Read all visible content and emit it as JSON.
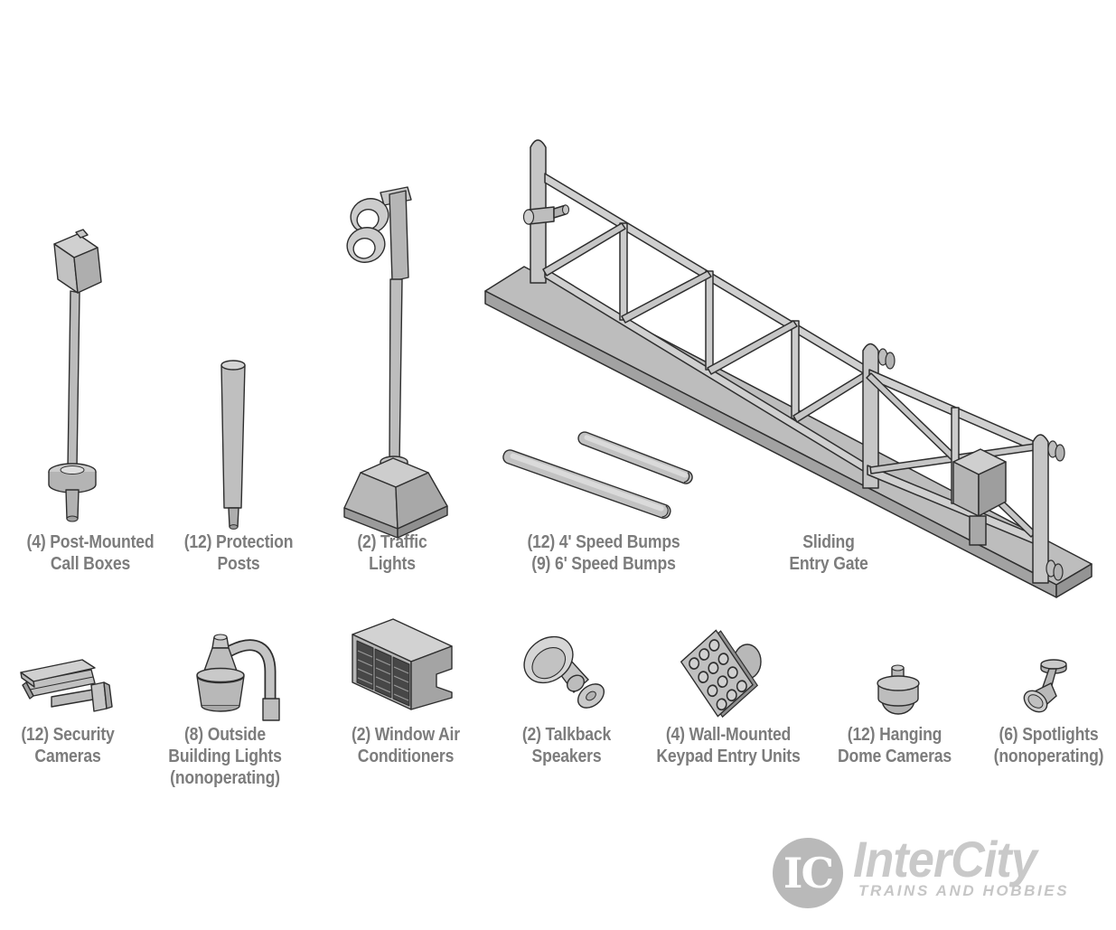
{
  "page": {
    "background": "#ffffff"
  },
  "palette": {
    "outline": "#2e2e2e",
    "fill_light": "#d4d4d4",
    "fill_mid": "#c0c0c0",
    "fill_dark": "#a6a6a6",
    "fill_deep": "#8f8f8f",
    "grille_dark": "#474747",
    "label_text": "#7c7c7c",
    "logo_text_gray": "#c9c9c9",
    "logo_circle_gray": "#b9b9b9",
    "logo_tagline_gray": "#c6c6c6"
  },
  "items": [
    {
      "id": "post-mounted-call-boxes",
      "label": "(4) Post-Mounted\nCall Boxes"
    },
    {
      "id": "protection-posts",
      "label": "(12) Protection\nPosts"
    },
    {
      "id": "traffic-lights",
      "label": "(2) Traffic\nLights"
    },
    {
      "id": "speed-bumps",
      "label": "(12) 4' Speed Bumps\n(9) 6' Speed Bumps"
    },
    {
      "id": "sliding-entry-gate",
      "label": "Sliding\nEntry Gate"
    },
    {
      "id": "security-cameras",
      "label": "(12) Security\nCameras"
    },
    {
      "id": "outside-building-lights",
      "label": "(8) Outside\nBuilding Lights\n(nonoperating)"
    },
    {
      "id": "window-air-conditioners",
      "label": "(2) Window Air\nConditioners"
    },
    {
      "id": "talkback-speakers",
      "label": "(2) Talkback\nSpeakers"
    },
    {
      "id": "wall-mounted-keypad-entry-units",
      "label": "(4) Wall-Mounted\nKeypad Entry Units"
    },
    {
      "id": "hanging-dome-cameras",
      "label": "(12) Hanging\nDome Cameras"
    },
    {
      "id": "spotlights",
      "label": "(6) Spotlights\n(nonoperating)"
    }
  ],
  "logo": {
    "monogram": "IC",
    "brand": "InterCity",
    "tagline": "TRAINS AND HOBBIES"
  }
}
